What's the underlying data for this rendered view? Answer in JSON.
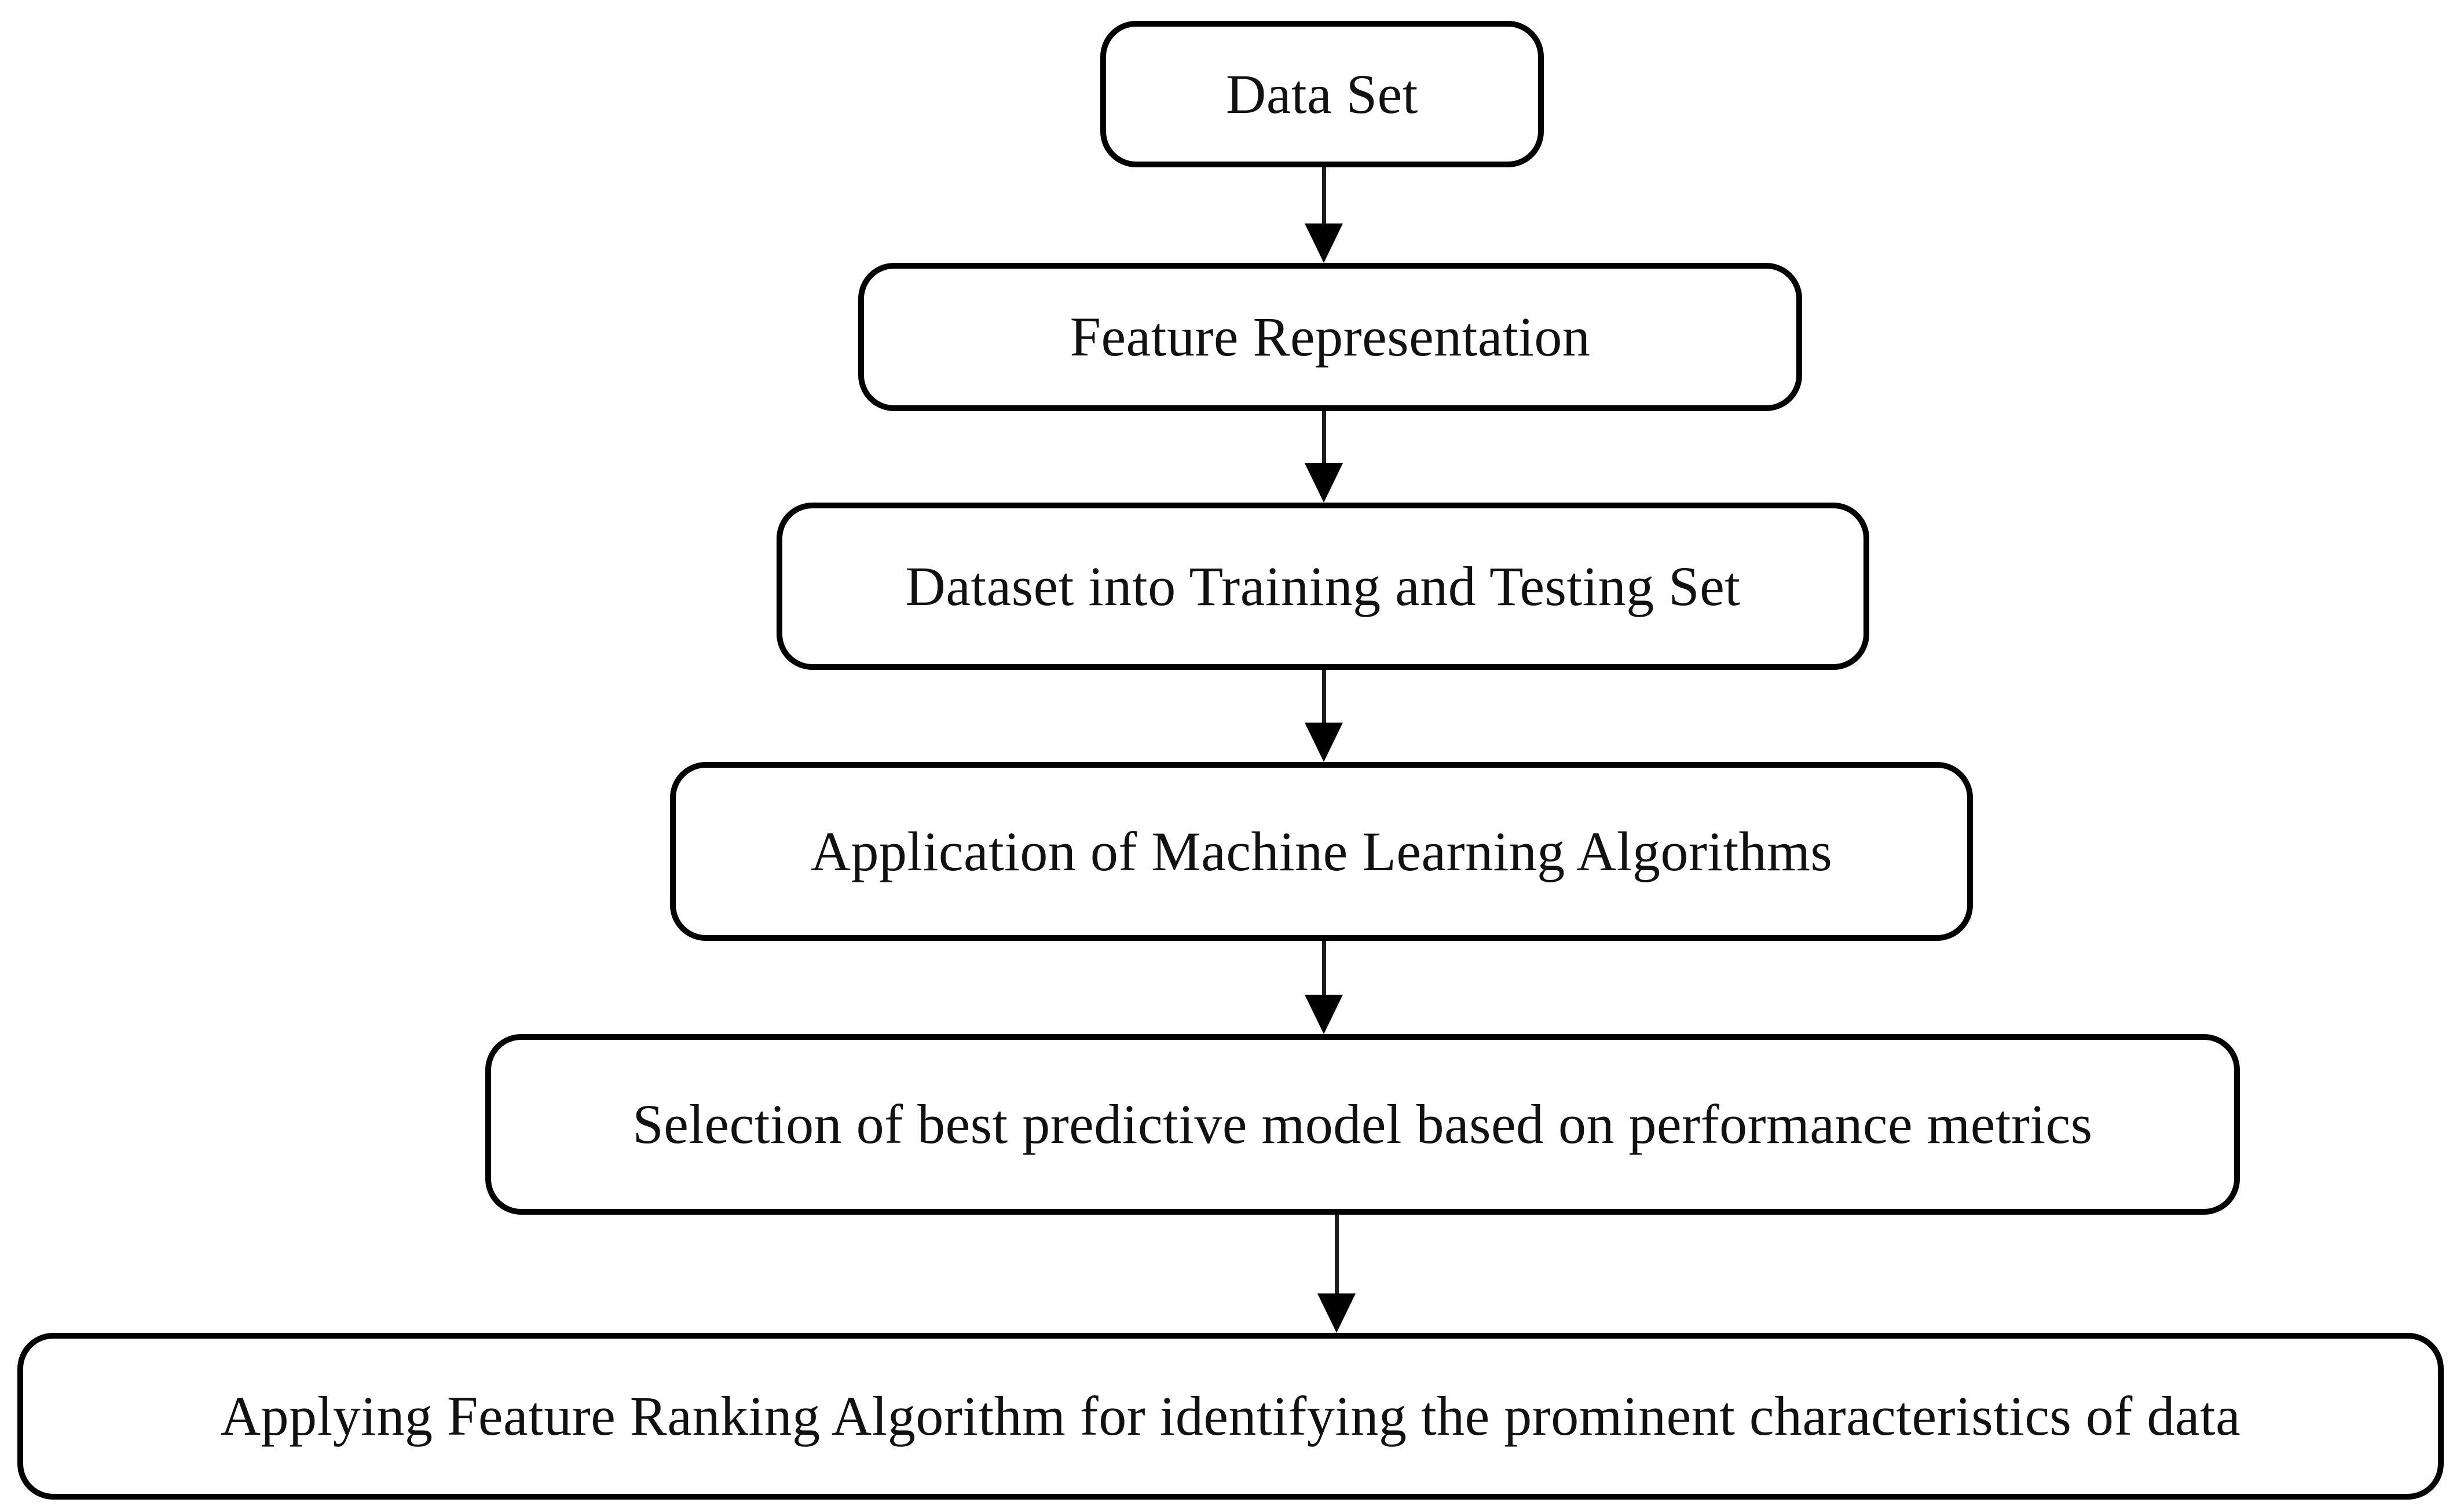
{
  "figure": {
    "background": "#ffffff",
    "border_color": "#000000",
    "text_color": "#111111",
    "line_color": "#1c1c1c",
    "description": "Top-down flowchart of a machine learning workflow with six rounded-rectangle steps connected by downward arrows"
  },
  "flowchart": {
    "type": "flowchart",
    "direction": "top-down",
    "nodes": [
      {
        "id": "data-set",
        "label": "Data Set"
      },
      {
        "id": "feature-representation",
        "label": "Feature Representation"
      },
      {
        "id": "dataset-split",
        "label": "Dataset into Training and Testing Set"
      },
      {
        "id": "ml-algorithms",
        "label": "Application of Machine Learning Algorithms"
      },
      {
        "id": "model-selection",
        "label": "Selection of best predictive model based on performance metrics"
      },
      {
        "id": "feature-ranking",
        "label": "Applying Feature Ranking Algorithm for identifying the prominent characteristics of data"
      }
    ],
    "edges": [
      {
        "from": "data-set",
        "to": "feature-representation"
      },
      {
        "from": "feature-representation",
        "to": "dataset-split"
      },
      {
        "from": "dataset-split",
        "to": "ml-algorithms"
      },
      {
        "from": "ml-algorithms",
        "to": "model-selection"
      },
      {
        "from": "model-selection",
        "to": "feature-ranking"
      }
    ]
  }
}
